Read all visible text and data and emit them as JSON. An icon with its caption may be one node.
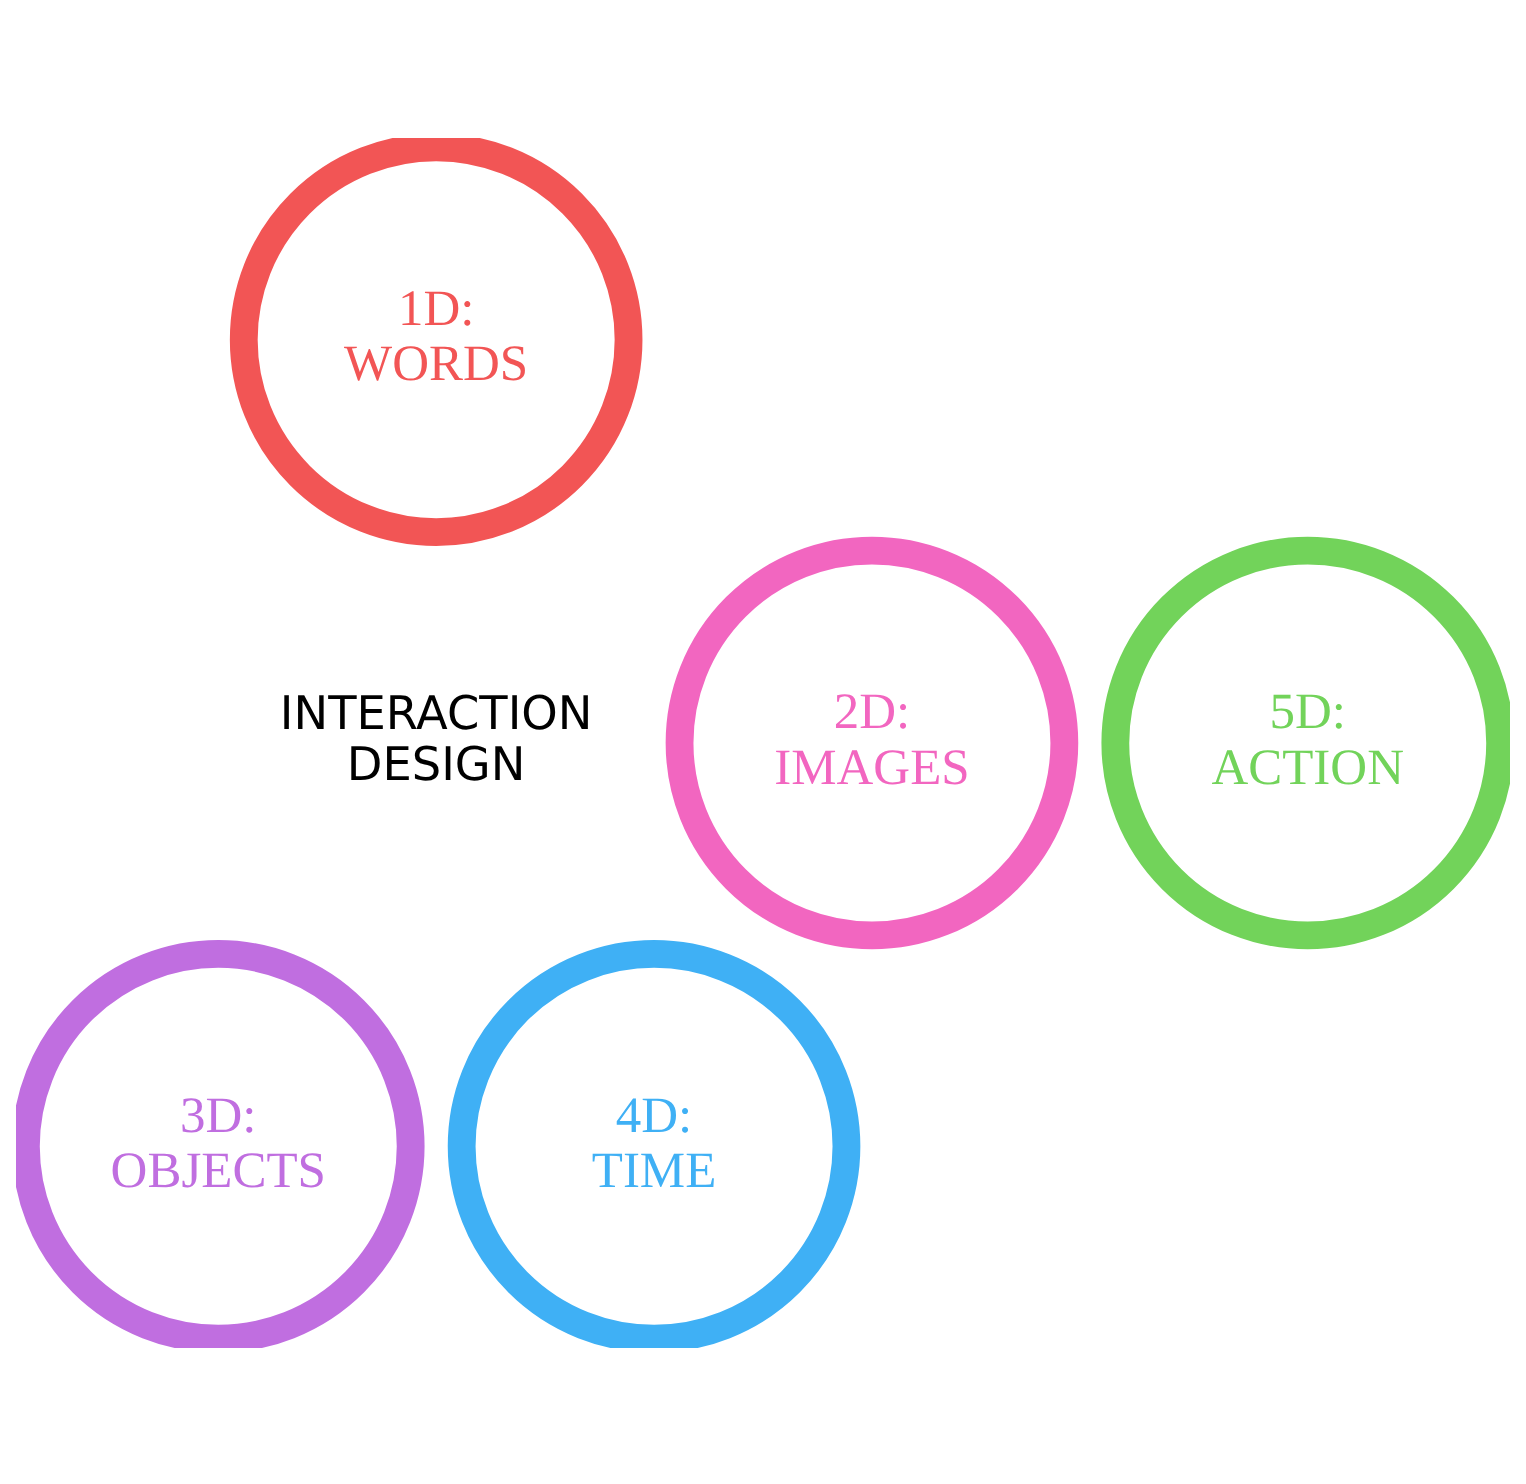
{
  "diagram": {
    "nodes": [
      {
        "text": [
          "1D: WORDS"
        ]
      },
      {
        "text": [
          "2D: IMAGES"
        ]
      },
      {
        "text": [
          "5D: ACTION"
        ]
      },
      {
        "text": [
          "3D: OBJECTS"
        ]
      },
      {
        "text": [
          "4D: TIME"
        ]
      }
    ],
    "labels": [
      "INTERACTION DESIGN"
    ]
  }
}
